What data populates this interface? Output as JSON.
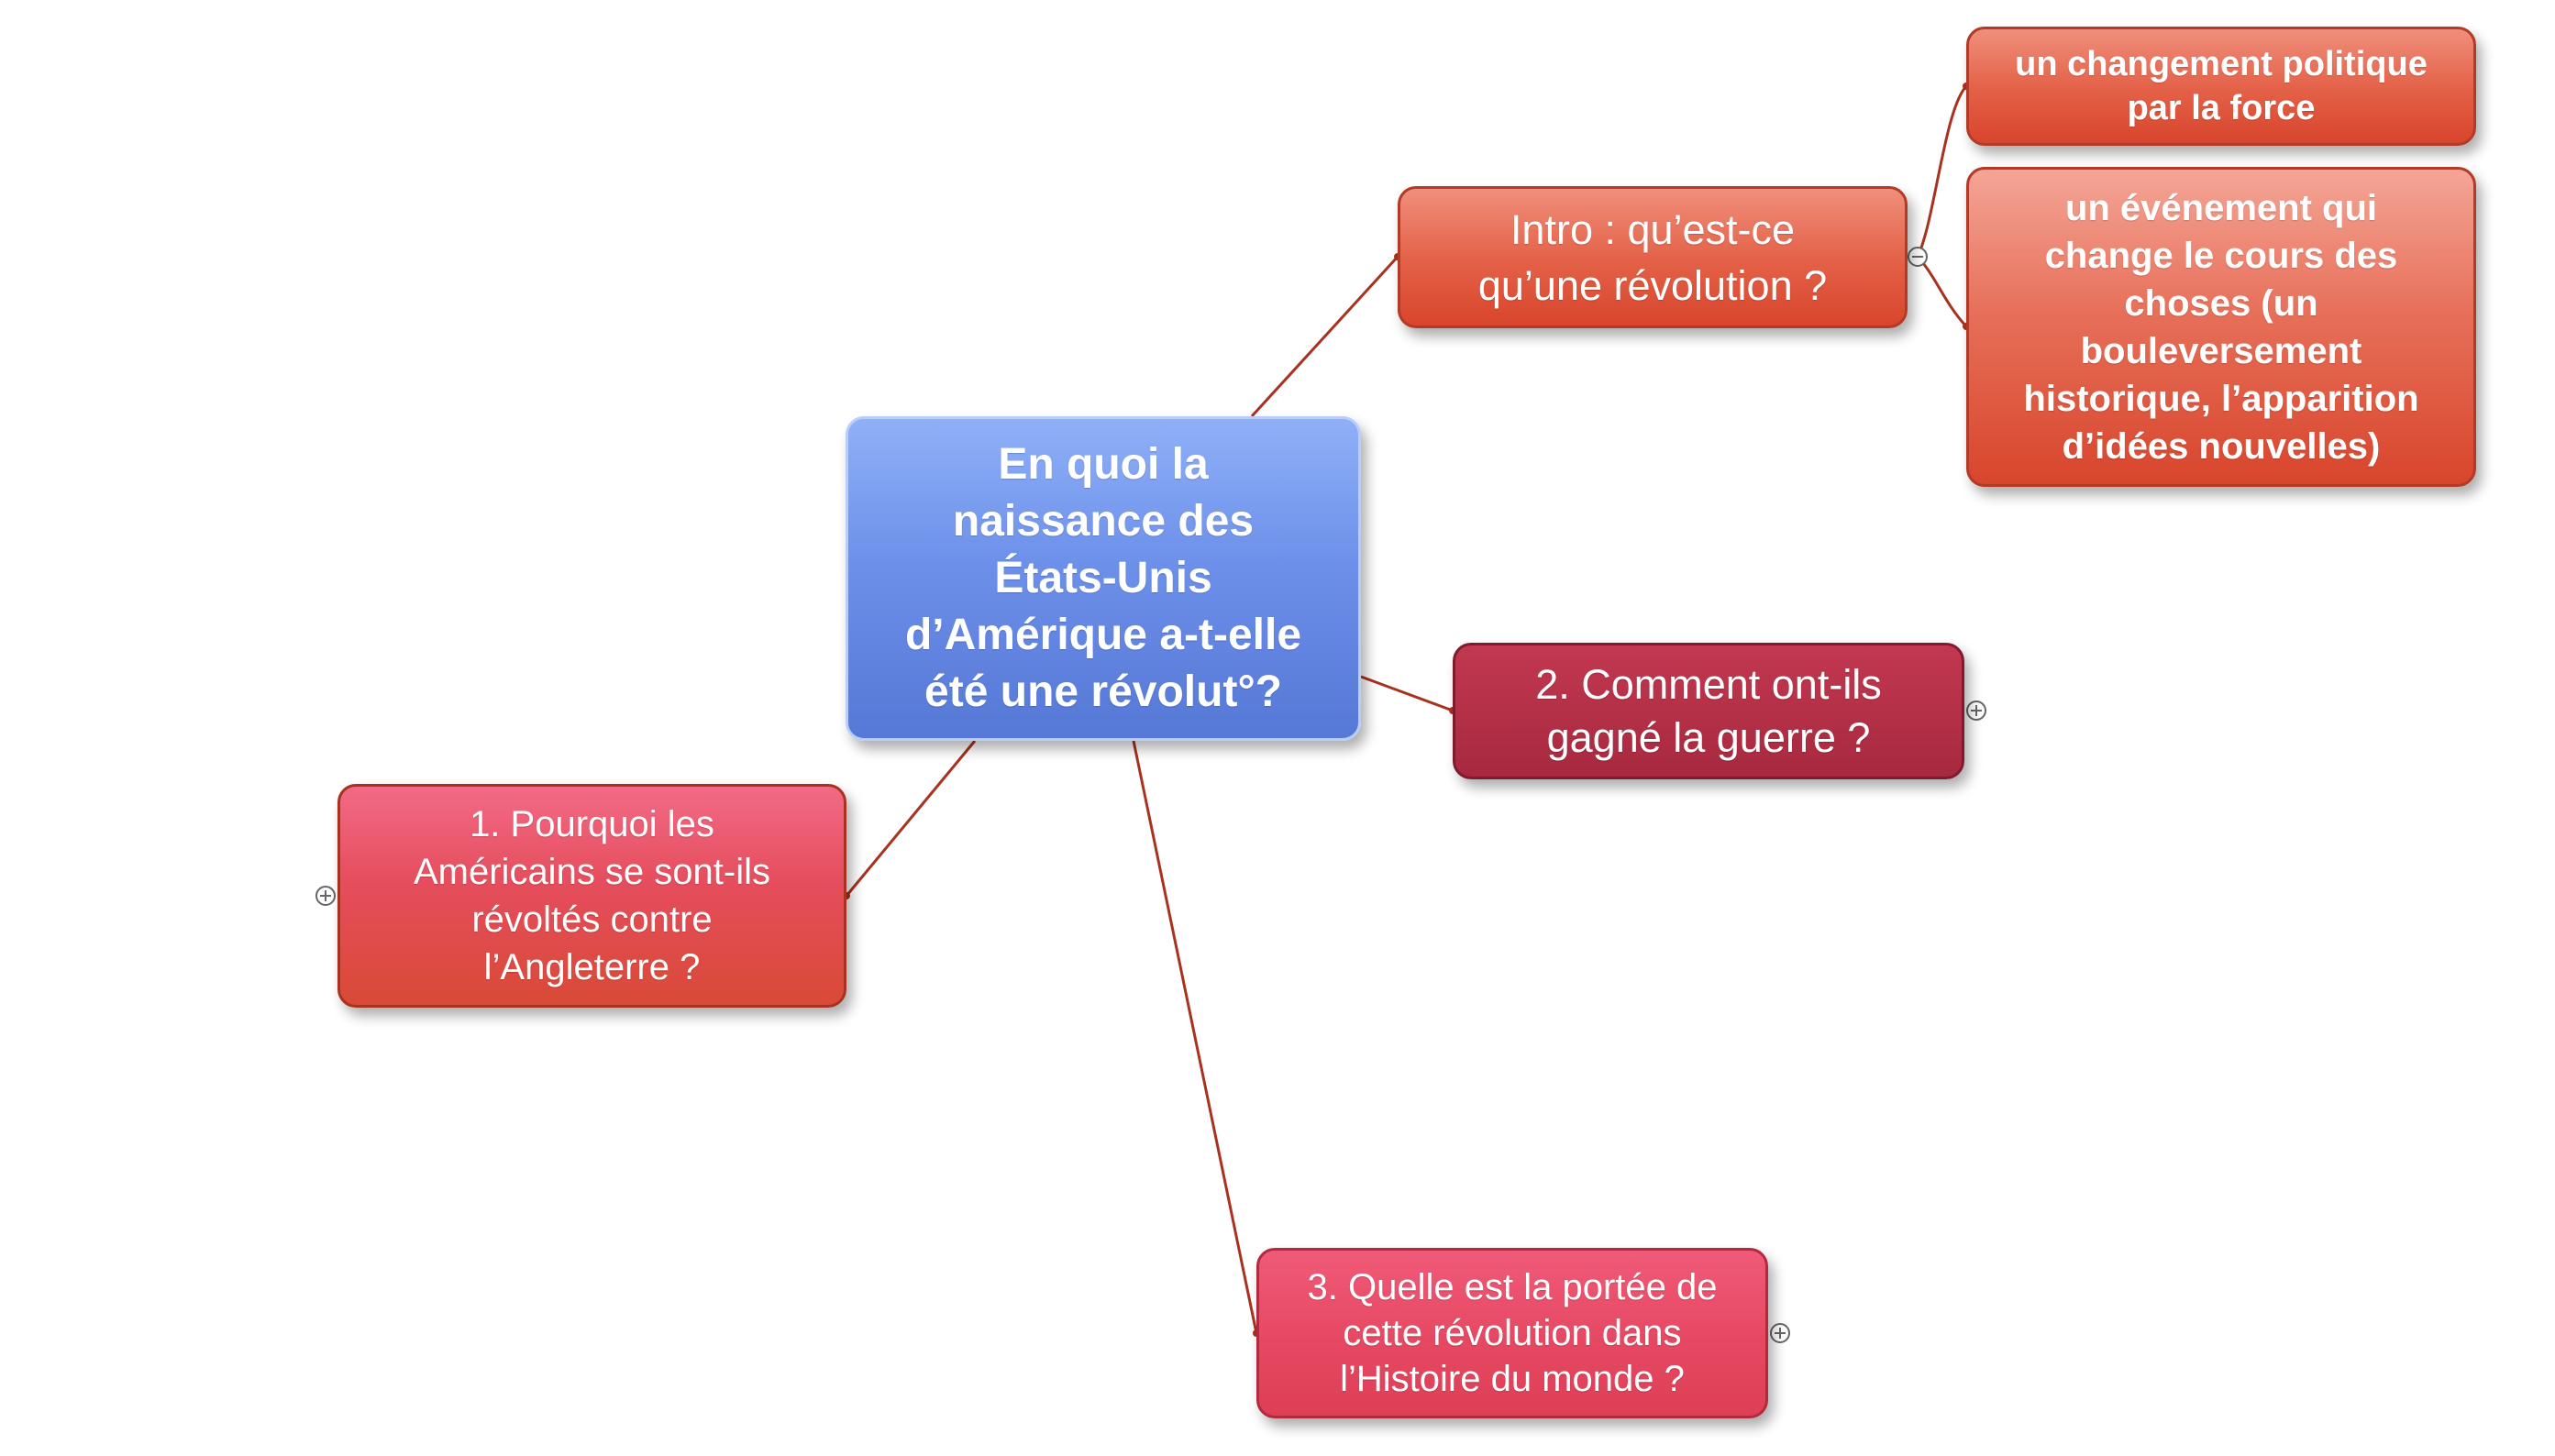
{
  "central": {
    "text": "En quoi la\nnaissance des\nÉtats-Unis\nd’Amérique a-t-elle\nété une révolut°?"
  },
  "intro": {
    "text": "Intro : qu’est-ce\nqu’une révolution ?"
  },
  "definition_1": {
    "text": "un changement politique\npar la force"
  },
  "definition_2": {
    "text": "un événement qui\nchange le cours des\nchoses (un\nbouleversement\nhistorique, l’apparition\nd’idées nouvelles)"
  },
  "part_1": {
    "text": "1. Pourquoi les\nAméricains se sont-ils\nrévoltés contre\nl’Angleterre ?"
  },
  "part_2": {
    "text": "2. Comment ont-ils\ngagné la guerre ?"
  },
  "part_3": {
    "text": "3. Quelle est la portée  de\ncette révolution dans\nl’Histoire du monde ?"
  },
  "colors": {
    "connector": "#a8321f",
    "central": "#6d90ea",
    "intro": "#e4634a",
    "part_1": "#e54d5c",
    "part_2": "#a7293f",
    "part_3": "#e64862"
  },
  "icons": {
    "expand": "plus-circle-icon",
    "collapse": "minus-circle-icon"
  }
}
